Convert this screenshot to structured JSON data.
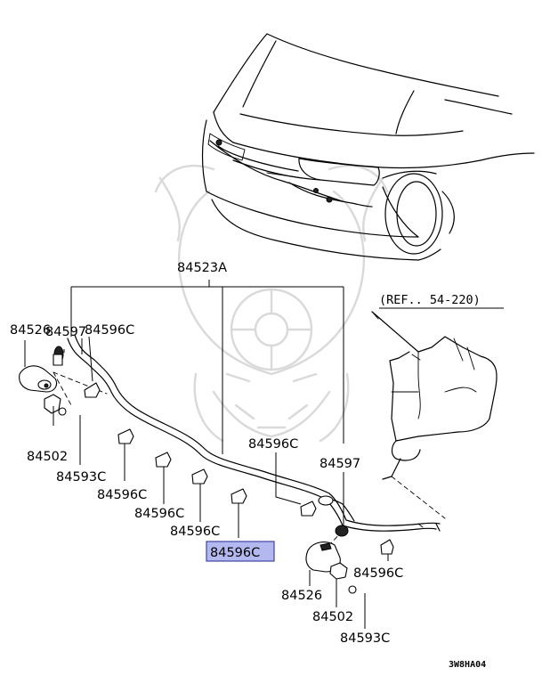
{
  "diagram": {
    "part_labels": {
      "hose_assembly": "84523A",
      "check_valve_left": "84597",
      "nozzle_left": "84526",
      "clip_top_left": "84596C",
      "bracket_left": "84502",
      "nut_left": "84593C",
      "clip_2": "84596C",
      "clip_3": "84596C",
      "clip_4": "84596C",
      "clip_selected": "84596C",
      "clip_right_upper": "84596C",
      "check_valve_right": "84597",
      "clip_right_lower": "84596C",
      "nozzle_right": "84526",
      "bracket_right": "84502",
      "nut_right": "84593C"
    },
    "reference_note": "(REF.. 54-220)",
    "diagram_code": "3W8HA04"
  }
}
